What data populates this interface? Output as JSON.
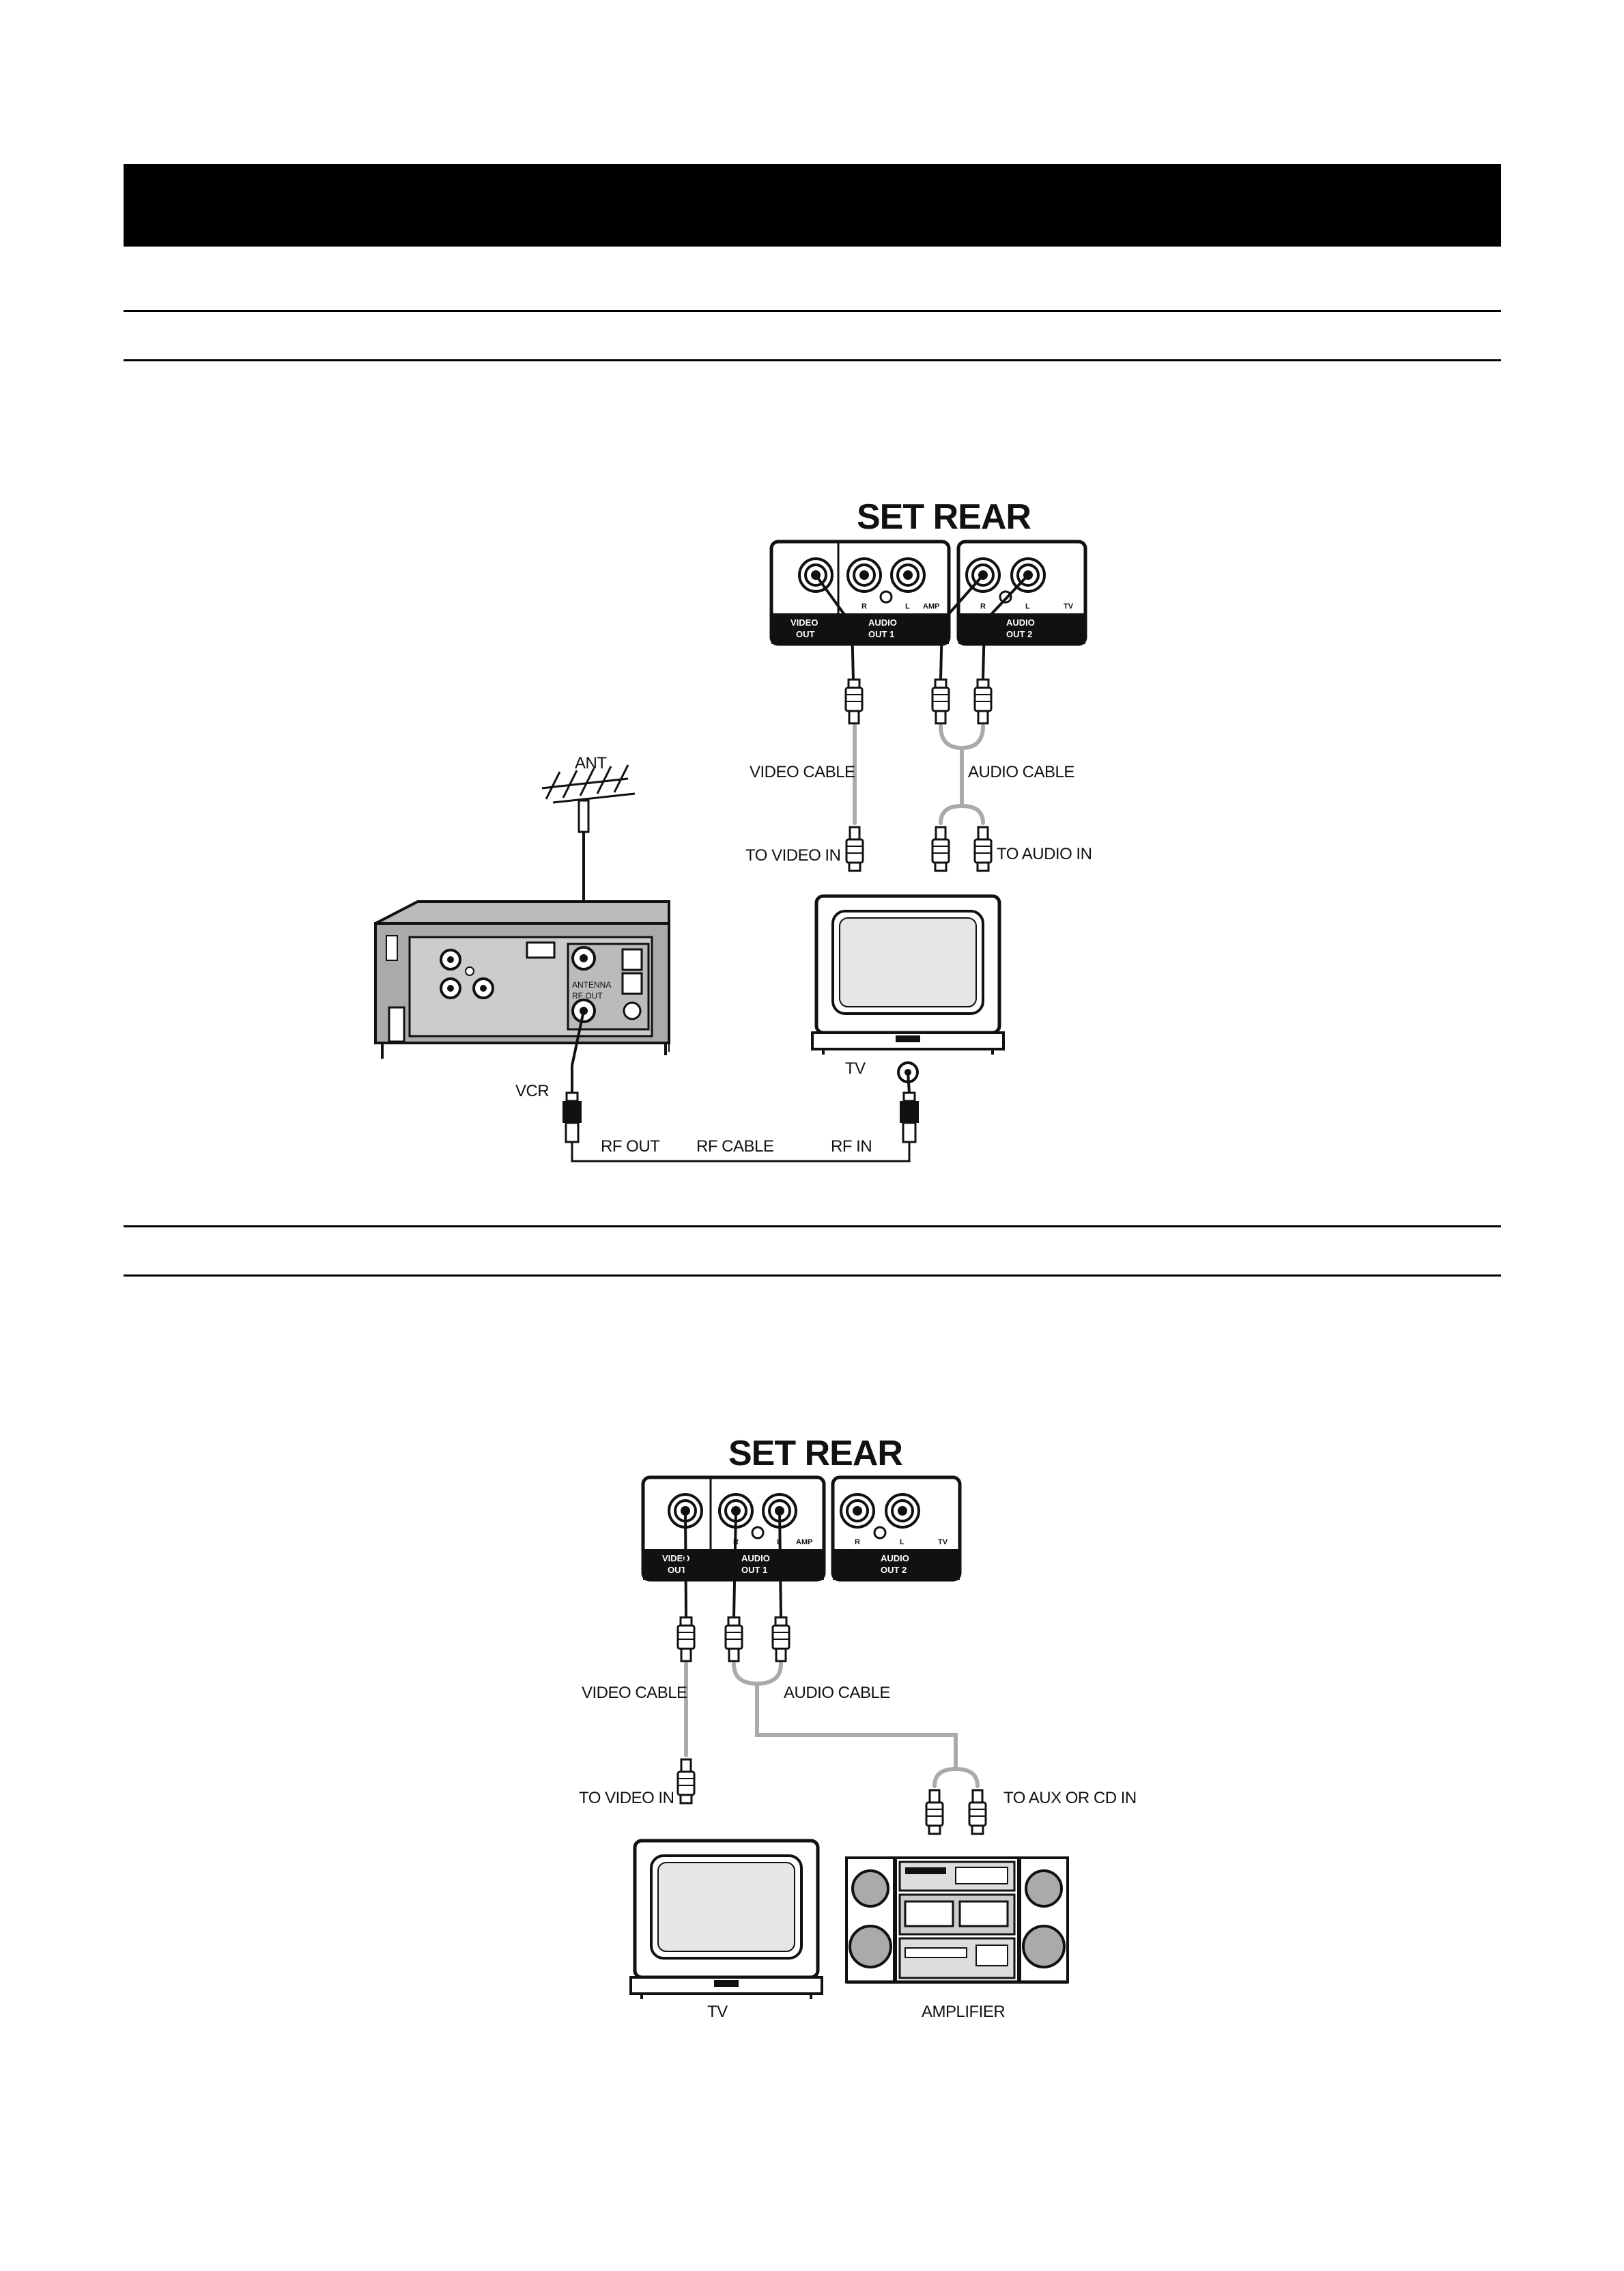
{
  "figure1": {
    "title": "SET REAR",
    "panel_labels": {
      "video_out": [
        "VIDEO",
        "OUT"
      ],
      "audio_out1": [
        "AUDIO",
        "OUT  1"
      ],
      "audio_out2": [
        "AUDIO",
        "OUT  2"
      ],
      "r": "R",
      "l": "L",
      "amp": "AMP",
      "tv_small": "TV"
    },
    "labels": {
      "ant": "ANT",
      "video_cable": "VIDEO CABLE",
      "audio_cable": "AUDIO CABLE",
      "to_video_in": "TO VIDEO IN",
      "to_audio_in": "TO AUDIO IN",
      "tv": "TV",
      "vcr": "VCR",
      "antenna": "ANTENNA",
      "rf_out_small": "RF OUT",
      "rf_out": "RF OUT",
      "rf_cable": "RF CABLE",
      "rf_in": "RF  IN"
    }
  },
  "figure2": {
    "title": "SET REAR",
    "panel_labels": {
      "video_out": [
        "VIDEO",
        "OUT"
      ],
      "audio_out1": [
        "AUDIO",
        "OUT  1"
      ],
      "audio_out2": [
        "AUDIO",
        "OUT  2"
      ],
      "r": "R",
      "l": "L",
      "amp": "AMP",
      "tv_small": "TV"
    },
    "labels": {
      "video_cable": "VIDEO CABLE",
      "audio_cable": "AUDIO CABLE",
      "to_video_in": "TO VIDEO IN",
      "to_aux": "TO AUX OR CD IN",
      "tv": "TV",
      "amplifier": "AMPLIFIER"
    }
  }
}
